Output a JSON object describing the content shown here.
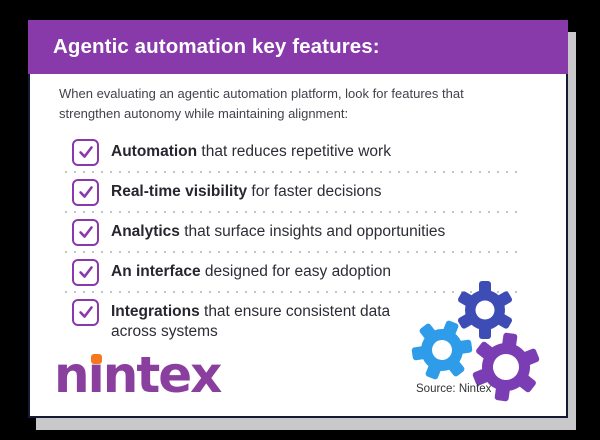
{
  "header": {
    "title": "Agentic automation key features:"
  },
  "intro": "When evaluating an agentic automation platform, look for features that\nstrengthen autonomy while maintaining alignment:",
  "checklist": [
    {
      "bold": "Automation",
      "rest": " that reduces repetitive work",
      "checked": true
    },
    {
      "bold": "Real-time visibility",
      "rest": " for faster decisions",
      "checked": true
    },
    {
      "bold": "Analytics",
      "rest": " that surface insights and opportunities",
      "checked": true
    },
    {
      "bold": "An interface",
      "rest": " designed for easy adoption",
      "checked": true
    },
    {
      "bold": "Integrations",
      "rest": " that ensure consistent data\nacross systems",
      "checked": true
    }
  ],
  "footer": {
    "logo": {
      "text": "nintex",
      "part_pre": "n",
      "part_i": "ı",
      "part_post": "ntex"
    },
    "source": "Source: Nintex"
  },
  "icons": {
    "checkbox": "checked-checkbox-icon",
    "gears": [
      "gear-indigo-icon",
      "gear-blue-icon",
      "gear-purple-icon"
    ]
  },
  "colors": {
    "header_purple": "#8839AA",
    "checkbox_purple": "#8A38AB",
    "text_dark": "#2C2C35",
    "intro_gray": "#42424B",
    "logo_purple": "#8A3E9D",
    "logo_orange": "#F5781F",
    "gear_indigo": "#3E4DB6",
    "gear_blue": "#2E9CE9",
    "gear_purple": "#7A3DB3",
    "card_shadow": "#C9C9CC",
    "card_border": "#151A33",
    "background": "#000000"
  }
}
